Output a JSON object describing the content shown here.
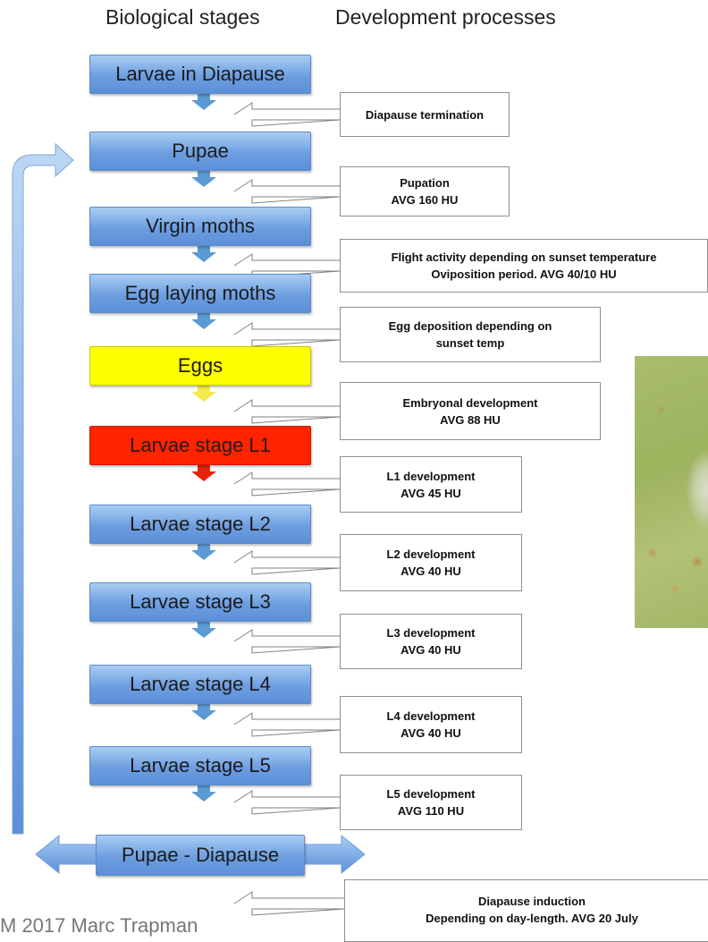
{
  "headers": {
    "stages": "Biological stages",
    "processes": "Development processes"
  },
  "stages": [
    "Larvae in Diapause",
    "Pupae",
    "Virgin moths",
    "Egg laying moths",
    "Eggs",
    "Larvae stage L1",
    "Larvae stage L2",
    "Larvae stage L3",
    "Larvae stage L4",
    "Larvae stage L5",
    "Pupae - Diapause"
  ],
  "processes": [
    {
      "line1": "Diapause termination",
      "line2": ""
    },
    {
      "line1": "Pupation",
      "line2": "AVG 160 HU"
    },
    {
      "line1": "Flight activity depending on sunset temperature",
      "line2": "Oviposition period. AVG 40/10 HU"
    },
    {
      "line1": "Egg deposition depending on",
      "line2": "sunset temp"
    },
    {
      "line1": "Embryonal development",
      "line2": "AVG 88 HU"
    },
    {
      "line1": "L1 development",
      "line2": "AVG 45 HU"
    },
    {
      "line1": "L2 development",
      "line2": "AVG 40 HU"
    },
    {
      "line1": "L3 development",
      "line2": "AVG 40 HU"
    },
    {
      "line1": "L4 development",
      "line2": "AVG 40 HU"
    },
    {
      "line1": "L5 development",
      "line2": "AVG 110 HU"
    },
    {
      "line1": "Diapause induction",
      "line2": "Depending on day-length.  AVG 20 July"
    }
  ],
  "footer": "M 2017  Marc Trapman",
  "colors": {
    "stage_blue": "#6d9ee0",
    "eggs_yellow": "#ffff00",
    "l1_red": "#ff2400",
    "arrow_blue": "#5b9bd5"
  }
}
